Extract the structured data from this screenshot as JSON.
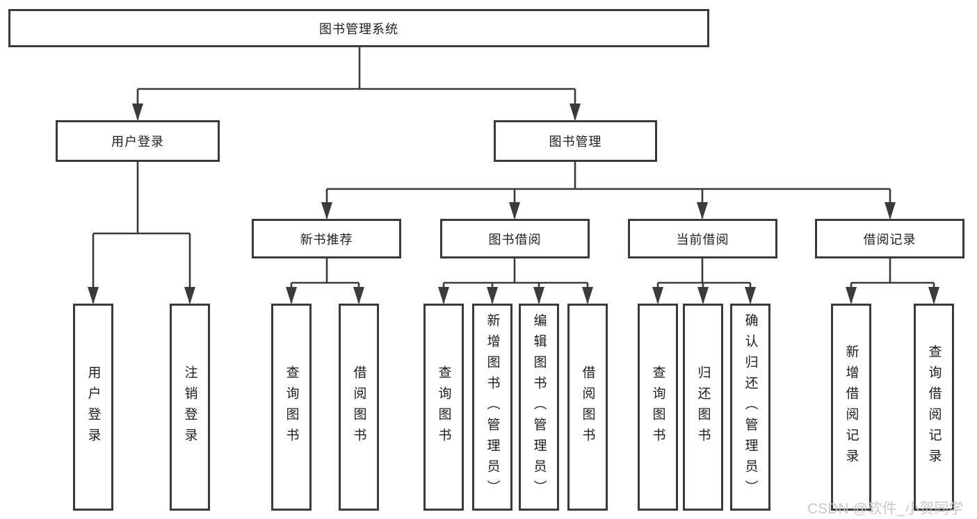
{
  "diagram_title": "图书管理系统",
  "colors": {
    "background": "#ffffff",
    "box_border": "#3a3a3a",
    "connector_line": "#3b3b3b",
    "text": "#1e1e1e",
    "watermark_text": "#c6c6c6"
  },
  "watermark": {
    "text": "CSDN @软件_小贺同学"
  },
  "tree": {
    "root": {
      "label": "图书管理系统",
      "children": [
        {
          "label": "用户登录",
          "children": [
            {
              "label": "用户登录"
            },
            {
              "label": "注销登录"
            }
          ]
        },
        {
          "label": "图书管理",
          "children": [
            {
              "label": "新书推荐",
              "children": [
                {
                  "label": "查询图书"
                },
                {
                  "label": "借阅图书"
                }
              ]
            },
            {
              "label": "图书借阅",
              "children": [
                {
                  "label": "查询图书"
                },
                {
                  "label": "新增图书（管理员）"
                },
                {
                  "label": "编辑图书（管理员）"
                },
                {
                  "label": "借阅图书"
                }
              ]
            },
            {
              "label": "当前借阅",
              "children": [
                {
                  "label": "查询图书"
                },
                {
                  "label": "归还图书"
                },
                {
                  "label": "确认归还（管理员）"
                }
              ]
            },
            {
              "label": "借阅记录",
              "children": [
                {
                  "label": "新增借阅记录"
                },
                {
                  "label": "查询借阅记录"
                }
              ]
            }
          ]
        }
      ]
    }
  }
}
